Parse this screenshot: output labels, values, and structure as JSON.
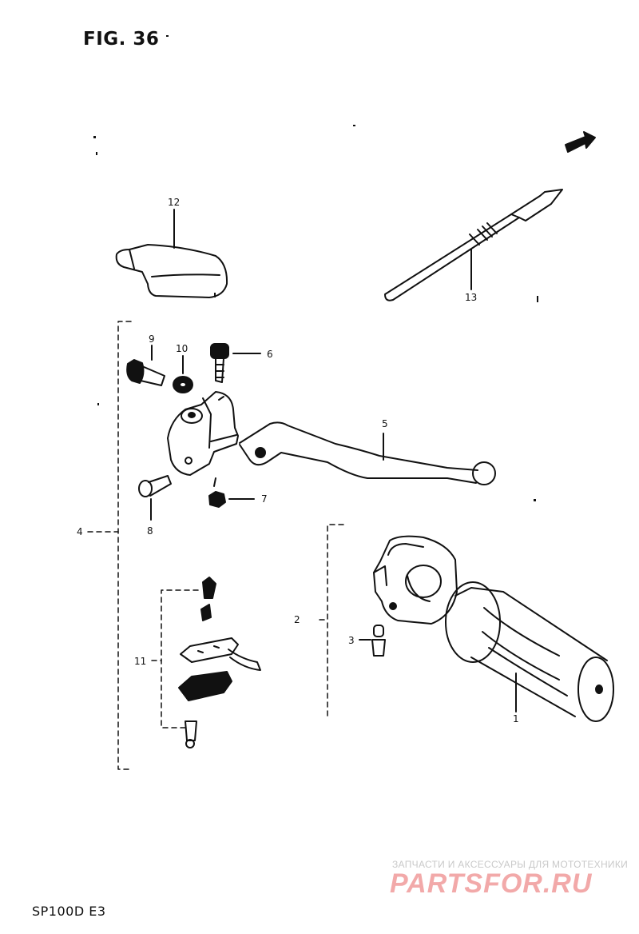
{
  "figure": {
    "title": "FIG. 36"
  },
  "footer": {
    "model": "SP100D E3"
  },
  "watermark": {
    "top_text": "ЗАПЧАСТИ И АКСЕССУАРЫ ДЛЯ МОТОТЕХНИКИ",
    "logo_text": "PARTSFOR.RU"
  },
  "callouts": {
    "c1": "1",
    "c2": "2",
    "c3": "3",
    "c4": "4",
    "c5": "5",
    "c6": "6",
    "c7": "7",
    "c8": "8",
    "c9": "9",
    "c10": "10",
    "c11": "11",
    "c12": "12",
    "c13": "13"
  },
  "colors": {
    "line": "#111111",
    "watermark_logo": "#f2a9a9",
    "watermark_text": "#c9c9c9"
  }
}
